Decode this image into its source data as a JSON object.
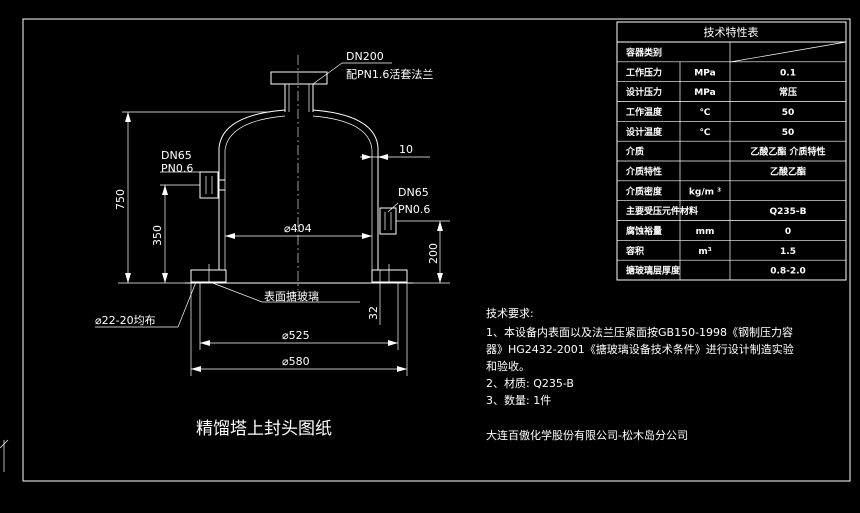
{
  "drawing": {
    "title": "精馏塔上封头图纸",
    "company": "大连百傲化学股份有限公司-松木岛分公司"
  },
  "labels": {
    "dn200": "DN200",
    "flange": "配PN1.6活套法兰",
    "dn65_left": "DN65",
    "pn_left": "PN0.6",
    "dn65_right": "DN65",
    "pn_right": "PN0.6",
    "dim_10": "10",
    "dim_750": "750",
    "dim_350": "350",
    "dim_404": "⌀404",
    "dim_200": "200",
    "dim_32": "32",
    "dim_525": "⌀525",
    "dim_580": "⌀580",
    "surface": "表面搪玻璃",
    "holes": "⌀22-20均布"
  },
  "spec_table": {
    "title": "技术特性表",
    "rows": [
      {
        "name": "容器类别",
        "unit": "",
        "value": ""
      },
      {
        "name": "工作压力",
        "unit": "MPa",
        "value": "0.1"
      },
      {
        "name": "设计压力",
        "unit": "MPa",
        "value": "常压"
      },
      {
        "name": "工作温度",
        "unit": "℃",
        "value": "50"
      },
      {
        "name": "设计温度",
        "unit": "℃",
        "value": "50"
      },
      {
        "name": "介质",
        "unit": "",
        "value": "乙酸乙酯 介质特性"
      },
      {
        "name": "介质特性",
        "unit": "",
        "value": "乙酸乙酯"
      },
      {
        "name": "介质密度",
        "unit": "kg/m ³",
        "value": ""
      },
      {
        "name": "主要受压元件材料",
        "unit": "",
        "value": "Q235-B"
      },
      {
        "name": "腐蚀裕量",
        "unit": "mm",
        "value": "0"
      },
      {
        "name": "容积",
        "unit": "m³",
        "value": "1.5"
      },
      {
        "name": "搪玻璃层厚度",
        "unit": "",
        "value": "0.8-2.0"
      }
    ]
  },
  "requirements": {
    "heading": "技术要求:",
    "line1": "1、本设备内表面以及法兰压紧面按GB150-1998《钢制压力容",
    "line2": "器》HG2432-2001《搪玻璃设备技术条件》进行设计制造实验",
    "line3": "和验收。",
    "line4": "2、材质: Q235-B",
    "line5": "3、数量: 1件"
  }
}
